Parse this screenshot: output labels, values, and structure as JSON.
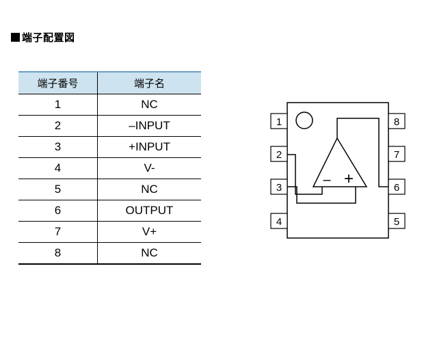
{
  "title": "■端子配置図",
  "table": {
    "headers": [
      "端子番号",
      "端子名"
    ],
    "rows": [
      {
        "pin": "1",
        "name": "NC"
      },
      {
        "pin": "2",
        "name": "–INPUT"
      },
      {
        "pin": "3",
        "name": "+INPUT"
      },
      {
        "pin": "4",
        "name": "V-"
      },
      {
        "pin": "5",
        "name": "NC"
      },
      {
        "pin": "6",
        "name": "OUTPUT"
      },
      {
        "pin": "7",
        "name": "V+"
      },
      {
        "pin": "8",
        "name": "NC"
      }
    ]
  },
  "diagram": {
    "pins_left": [
      "1",
      "2",
      "3",
      "4"
    ],
    "pins_right": [
      "8",
      "7",
      "6",
      "5"
    ],
    "minus_symbol": "–",
    "plus_symbol": "+"
  }
}
